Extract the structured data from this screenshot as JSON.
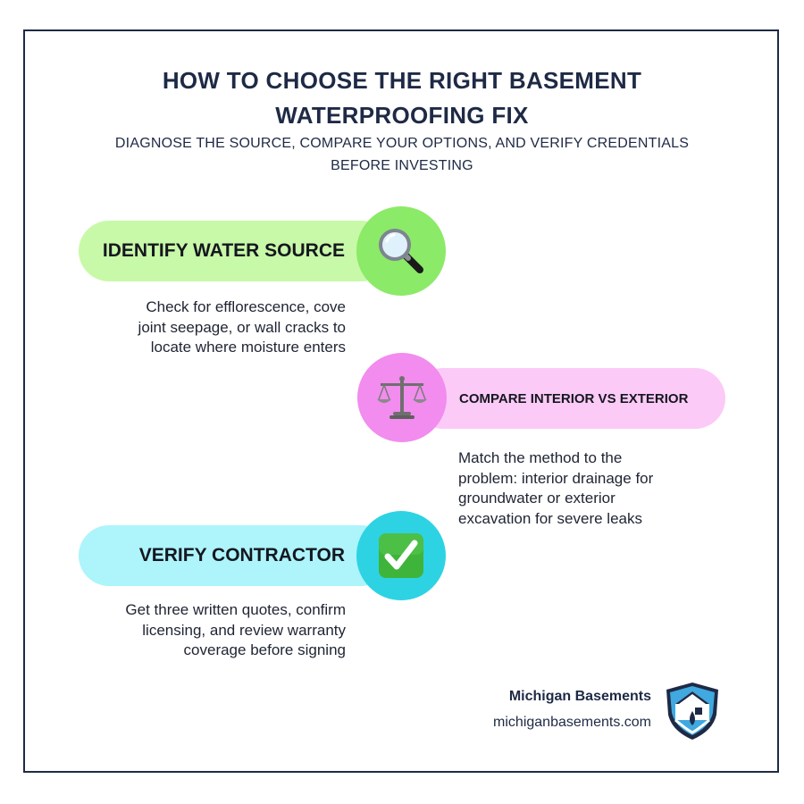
{
  "header": {
    "title_line1": "HOW TO CHOOSE THE RIGHT BASEMENT",
    "title_line2": "WATERPROOFING FIX",
    "subtitle_line1": "DIAGNOSE THE SOURCE, COMPARE YOUR OPTIONS, AND VERIFY CREDENTIALS",
    "subtitle_line2": "BEFORE INVESTING"
  },
  "steps": [
    {
      "label": "IDENTIFY WATER SOURCE",
      "icon": "magnifying-glass-icon",
      "pill_color": "#c8f9a8",
      "circle_color": "#8bea67",
      "desc_lines": [
        "Check for efflorescence, cove",
        "joint seepage, or wall cracks to",
        "locate where moisture enters"
      ]
    },
    {
      "label": "COMPARE INTERIOR VS EXTERIOR",
      "icon": "balance-scale-icon",
      "pill_color": "#fccaf7",
      "circle_color": "#f28cee",
      "desc_lines": [
        "Match the method to the",
        "problem: interior drainage for",
        "groundwater or exterior",
        "excavation for severe leaks"
      ]
    },
    {
      "label": "VERIFY CONTRACTOR",
      "icon": "check-mark-icon",
      "pill_color": "#adf4fb",
      "circle_color": "#2dd3e3",
      "desc_lines": [
        "Get three written quotes, confirm",
        "licensing, and review warranty",
        "coverage before signing"
      ]
    }
  ],
  "footer": {
    "brand_name": "Michigan Basements",
    "brand_url": "michiganbasements.com",
    "logo_icon": "house-shield-logo-icon"
  }
}
